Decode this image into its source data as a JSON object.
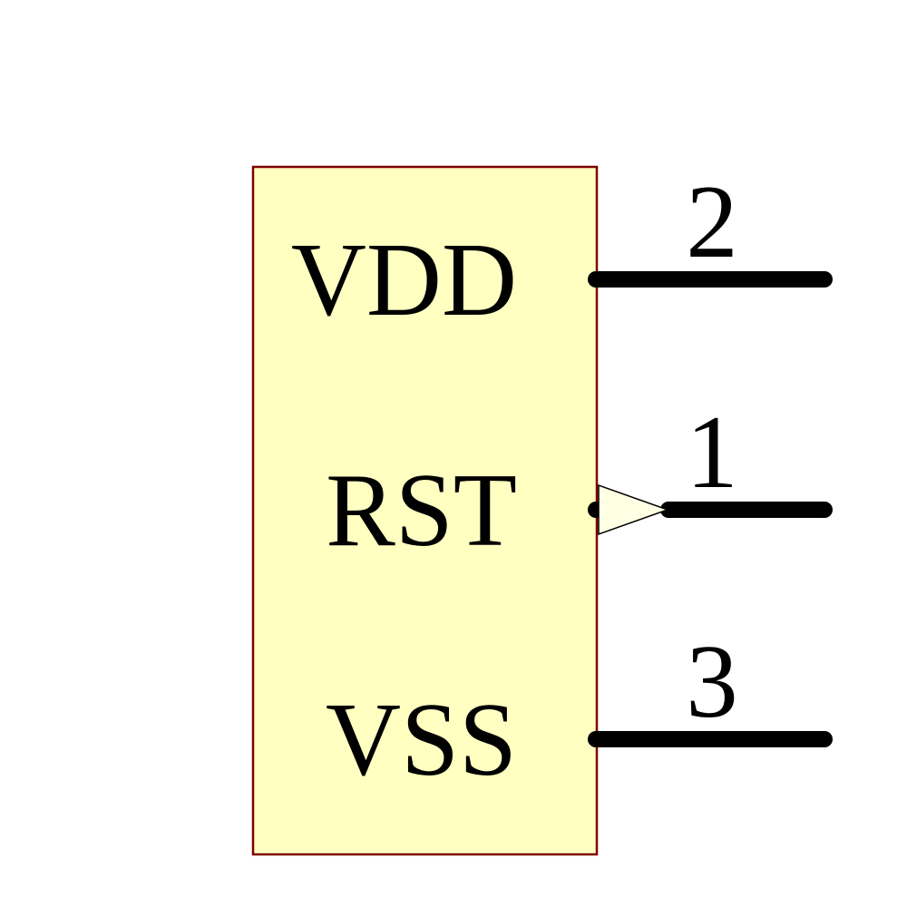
{
  "component": {
    "kind": "schematic-symbol",
    "colors": {
      "body_fill": "#ffffc2",
      "body_border": "#800000",
      "pin_color": "#000000",
      "input_marker_fill": "#ffffe4",
      "background": "#ffffff"
    },
    "pins": [
      {
        "label": "VDD",
        "number": "2",
        "side": "right",
        "marker": "none"
      },
      {
        "label": "RST",
        "number": "1",
        "side": "right",
        "marker": "input-triangle"
      },
      {
        "label": "VSS",
        "number": "3",
        "side": "right",
        "marker": "none"
      }
    ]
  }
}
